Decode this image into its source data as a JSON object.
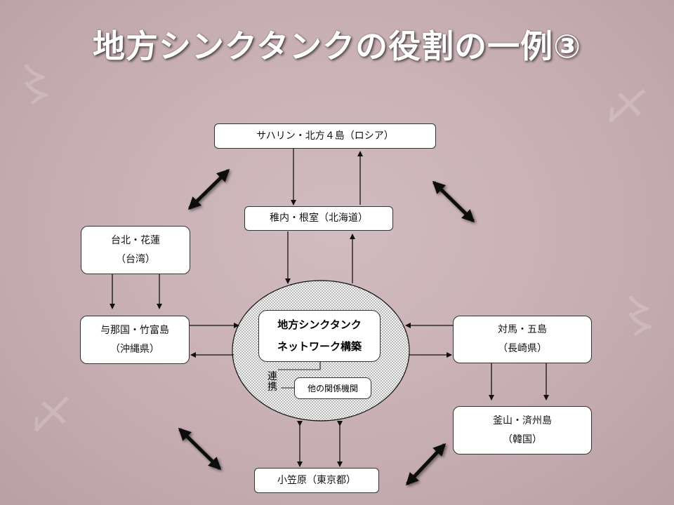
{
  "title": "地方シンクタンクの役割の一例③",
  "nodes": {
    "sakhalin": "サハリン・北方４島（ロシア）",
    "wakkanai": "稚内・根室（北海道）",
    "taipei": {
      "line1": "台北・花蓮",
      "line2": "（台湾）"
    },
    "yonaguni": {
      "line1": "与那国・竹富島",
      "line2": "（沖縄県）"
    },
    "tsushima": {
      "line1": "対馬・五島",
      "line2": "（長崎県）"
    },
    "busan": {
      "line1": "釜山・済州島",
      "line2": "（韓国）"
    },
    "ogasawara": "小笠原（東京都）"
  },
  "center": {
    "line1": "地方シンクタンク",
    "line2": "ネットワーク構築",
    "renkei_1": "連",
    "renkei_2": "携",
    "other_agencies": "他の関係機関"
  },
  "colors": {
    "background": "#c9b0b5",
    "box_fill": "#ffffff",
    "line": "#111111",
    "title_text": "#ffffff"
  }
}
